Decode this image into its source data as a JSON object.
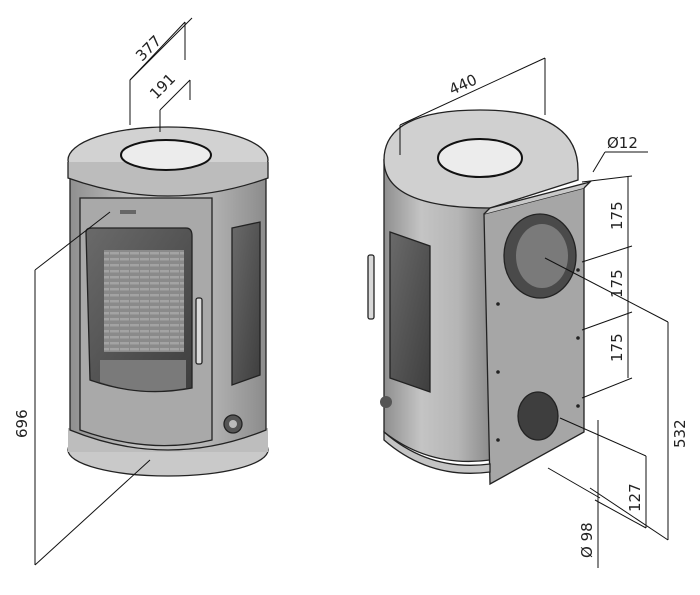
{
  "dimensions": {
    "top_outer_width": "377",
    "top_flue_diameter": "191",
    "height_front": "696",
    "depth": "440",
    "bolt_hole": "Ø12",
    "spacing_1": "175",
    "spacing_2": "175",
    "spacing_3": "175",
    "rear_outlet_height": "532",
    "bottom_offset": "127",
    "air_inlet_diameter": "Ø 98"
  },
  "colors": {
    "body": "#b4b4b4",
    "body_dark": "#8e8e8e",
    "top": "#d0d0d0",
    "glass": "#5c5c5c",
    "plate": "#a6a6a6"
  }
}
